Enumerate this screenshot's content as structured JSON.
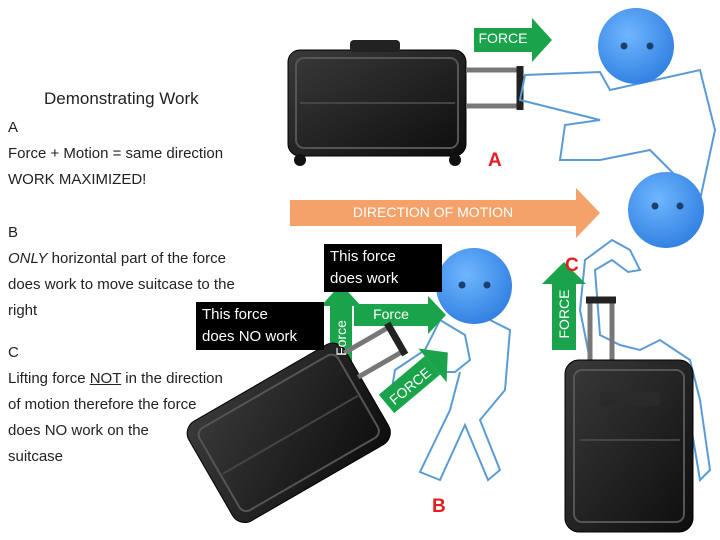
{
  "title": "Demonstrating Work",
  "section_a": {
    "heading": "A",
    "line1": "Force + Motion = same direction",
    "line2": "WORK MAXIMIZED!"
  },
  "section_b": {
    "heading": "B",
    "emphasis": "ONLY",
    "line1_rest": " horizontal part of the force",
    "line2": "does work to move suitcase to the",
    "line3": "right"
  },
  "section_c": {
    "heading": "C",
    "line1_pre": "Lifting force ",
    "line1_u": "NOT",
    "line1_post": " in the direction",
    "line2": "of motion therefore the force",
    "line3": "does NO work on the",
    "line4": "suitcase"
  },
  "labels": {
    "force_top": "FORCE",
    "direction_of_motion": "DIRECTION OF MOTION",
    "this_force_does_work_1": "This force",
    "this_force_does_work_2": "does work",
    "this_force_no_work_1": "This force",
    "this_force_no_work_2": "does NO work",
    "force_horizontal": "Force",
    "force_vertical": "Force",
    "force_diagonal": "FORCE",
    "force_c": "FORCE",
    "marker_a": "A",
    "marker_b": "B",
    "marker_c": "C"
  },
  "colors": {
    "arrow_green": "#1aa34a",
    "arrow_orange": "#f4a26a",
    "figure_blue": "#3b8fe8",
    "outline_blue": "#5b9bd5",
    "marker_red": "#e02020"
  }
}
